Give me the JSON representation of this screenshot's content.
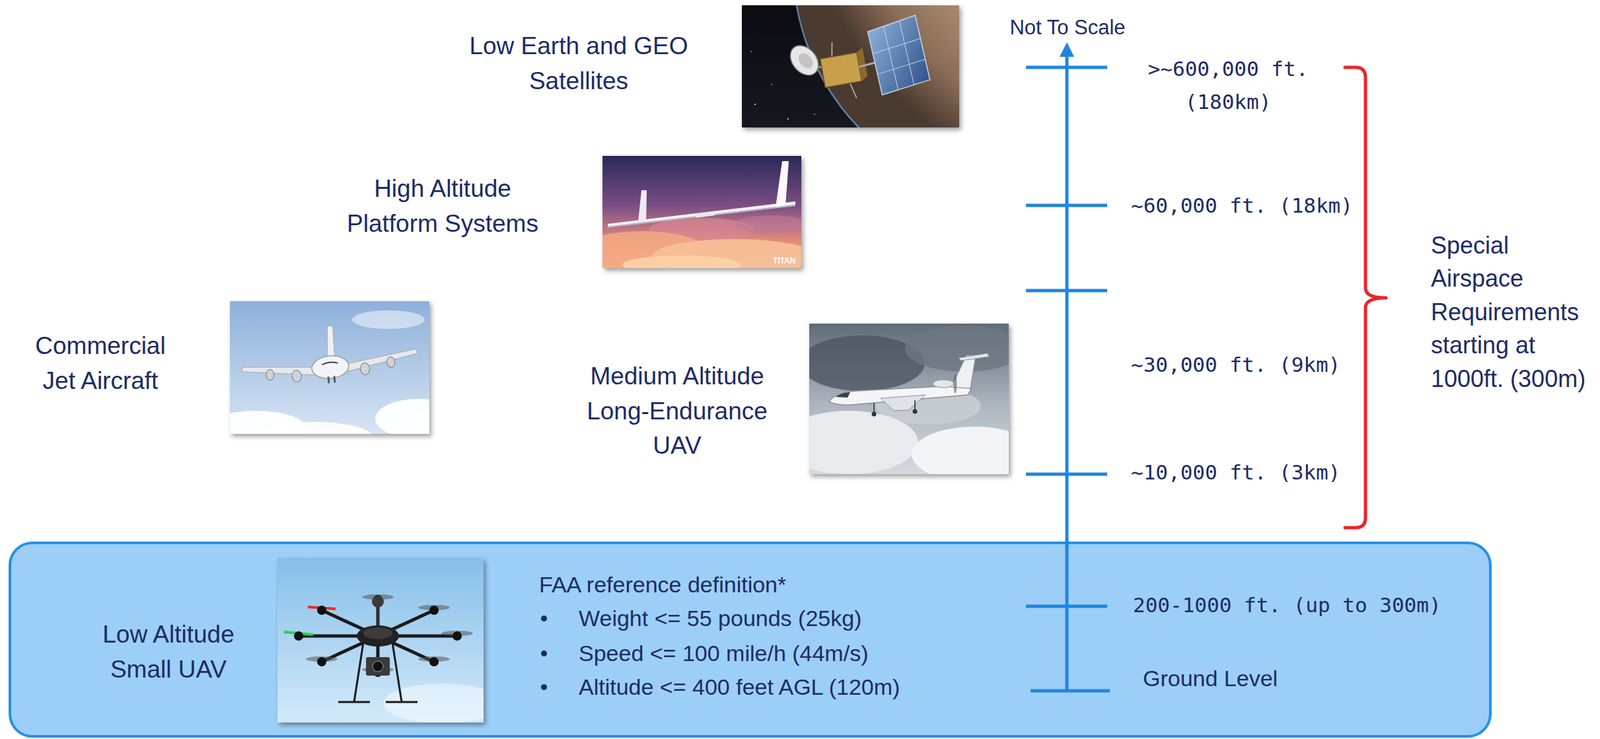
{
  "diagram": {
    "nodes": [
      {
        "text": [
          "Low Altitude Small UAV",
          "FAA reference definition*",
          "Weight <= 55 pounds (25kg)",
          "Speed <= 100 mile/h (44m/s)",
          "Altitude <= 400 feet AGL (120m)",
          "200-1000 ft. (up to 300m)",
          "Ground Level"
        ]
      }
    ],
    "labels": [
      "Not To Scale",
      "Low Earth and GEO Satellites",
      "High Altitude Platform Systems",
      "Commercial Jet Aircraft",
      "Medium Altitude Long-Endurance UAV",
      ">~600,000 ft. (180km)",
      "~60,000 ft. (18km)",
      "~30,000 ft. (9km)",
      "~10,000 ft. (3km)",
      "Special Airspace Requirements starting at 1000ft. (300m)",
      "TITAN"
    ]
  }
}
